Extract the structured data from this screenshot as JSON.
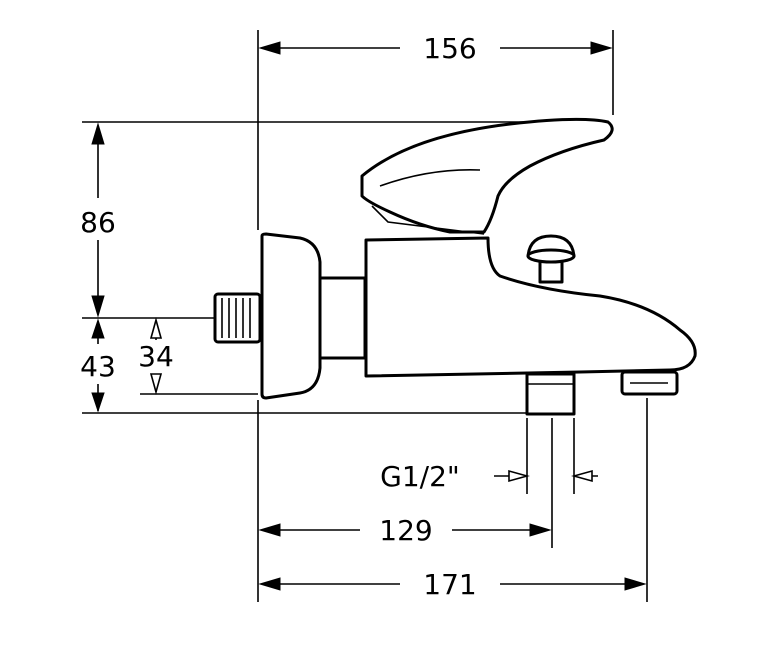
{
  "dimensions": {
    "top_width": "156",
    "height_total": "86",
    "height_lower": "43",
    "height_inner": "34",
    "thread": "G1/2\"",
    "outlet_distance": "129",
    "overall_length": "171"
  },
  "colors": {
    "line": "#000000",
    "background": "#ffffff"
  }
}
